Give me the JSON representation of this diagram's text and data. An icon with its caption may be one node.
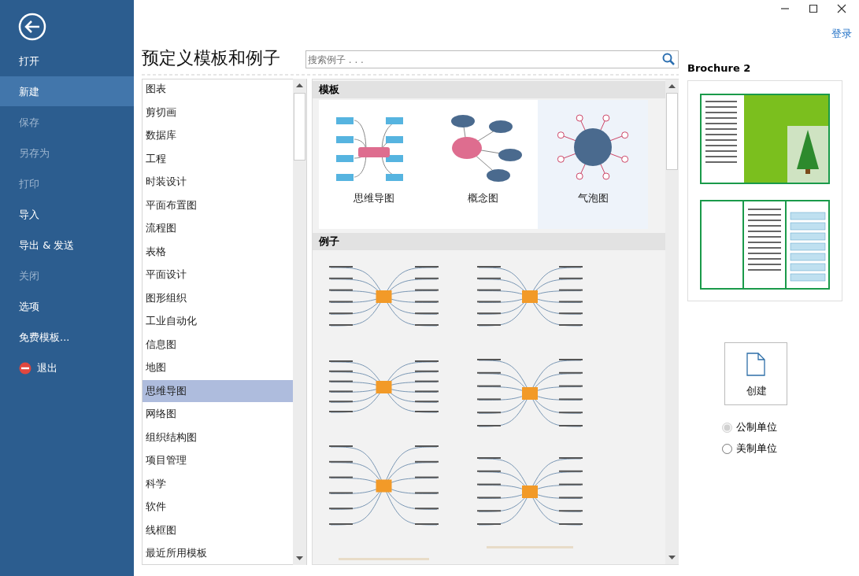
{
  "diagram": {
    "title": "预定义模板和例子",
    "nodes": [
      {
        "text": [
          "思维导图"
        ]
      },
      {
        "text": [
          "概念图"
        ]
      },
      {
        "text": [
          "气泡图"
        ]
      }
    ],
    "labels": [
      "登录",
      "打开",
      "新建",
      "保存",
      "另存为",
      "打印",
      "导入",
      "导出 & 发送",
      "关闭",
      "选项",
      "免费模板...",
      "退出",
      "搜索例子 . . .",
      "图表",
      "剪切画",
      "数据库",
      "工程",
      "时装设计",
      "平面布置图",
      "流程图",
      "表格",
      "平面设计",
      "图形组织",
      "工业自动化",
      "信息图",
      "地图",
      "思维导图",
      "网络图",
      "组织结构图",
      "项目管理",
      "科学",
      "软件",
      "线框图",
      "最近所用模板",
      "模板",
      "例子",
      "Brochure 2",
      "创建",
      "公制单位",
      "美制单位"
    ]
  }
}
